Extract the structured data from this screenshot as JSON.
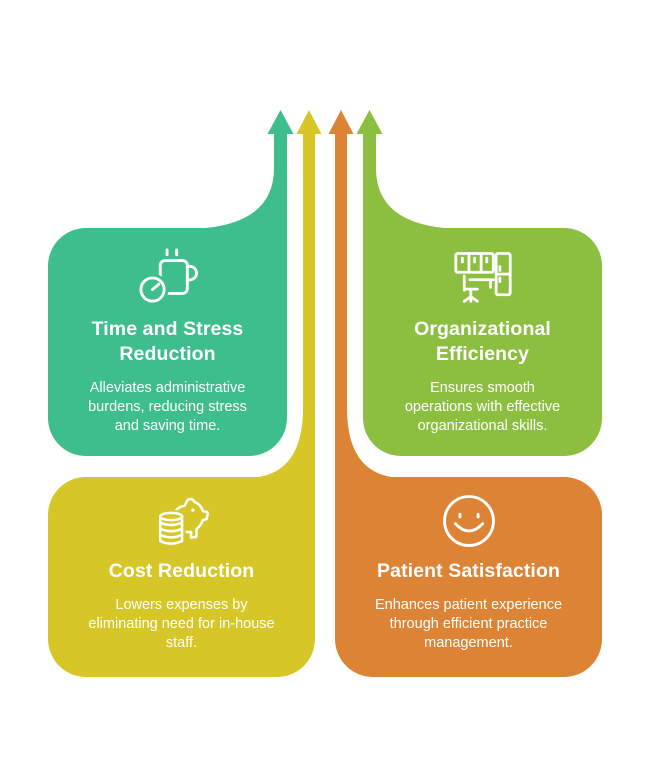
{
  "page": {
    "background": "#ffffff",
    "text_color": "#ffffff"
  },
  "cards": [
    {
      "id": "time-stress-reduction",
      "color": "#3EBE8C",
      "icon": "clock-and-cup-icon",
      "title_lines": [
        "Time and Stress",
        "Reduction"
      ],
      "body_lines": [
        "Alleviates administrative",
        "burdens, reducing stress",
        "and saving time."
      ]
    },
    {
      "id": "organizational-efficiency",
      "color": "#8CBF40",
      "icon": "office-furniture-icon",
      "title_lines": [
        "Organizational",
        "Efficiency"
      ],
      "body_lines": [
        "Ensures smooth",
        "operations with effective",
        "organizational skills."
      ]
    },
    {
      "id": "cost-reduction",
      "color": "#D6C627",
      "icon": "piggy-bank-savings-icon",
      "title_lines": [
        "Cost Reduction"
      ],
      "body_lines": [
        "Lowers expenses by",
        "eliminating need for in-house",
        "staff."
      ]
    },
    {
      "id": "patient-satisfaction",
      "color": "#DC8335",
      "icon": "smiley-face-icon",
      "title_lines": [
        "Enhances patient experience",
        "Patient Satisfaction"
      ],
      "body_lines": [
        "Enhances patient experience",
        "through efficient practice",
        "management."
      ],
      "title": "Patient Satisfaction"
    }
  ]
}
